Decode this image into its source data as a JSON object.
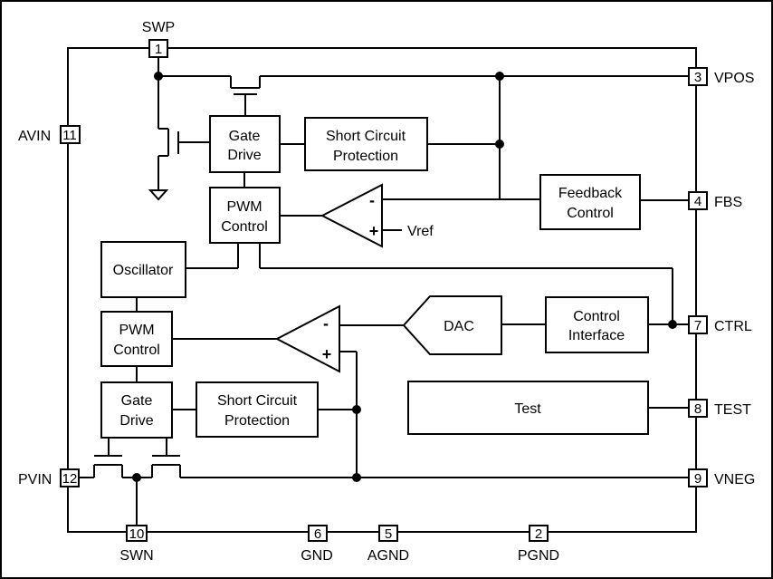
{
  "blocks": {
    "gate_drive_top": [
      "Gate",
      "Drive"
    ],
    "short_circuit_top": [
      "Short Circuit",
      "Protection"
    ],
    "pwm_control_top": [
      "PWM",
      "Control"
    ],
    "feedback_control": [
      "Feedback",
      "Control"
    ],
    "oscillator": "Oscillator",
    "pwm_control_bottom": [
      "PWM",
      "Control"
    ],
    "gate_drive_bottom": [
      "Gate",
      "Drive"
    ],
    "short_circuit_bottom": [
      "Short Circuit",
      "Protection"
    ],
    "dac": "DAC",
    "control_interface": [
      "Control",
      "Interface"
    ],
    "test": "Test"
  },
  "comparators": {
    "top": {
      "minus": "-",
      "plus": "+",
      "ref": "Vref"
    },
    "bottom": {
      "minus": "-",
      "plus": "+"
    }
  },
  "pins": {
    "swp": {
      "num": "1",
      "name": "SWP"
    },
    "pgnd": {
      "num": "2",
      "name": "PGND"
    },
    "vpos": {
      "num": "3",
      "name": "VPOS"
    },
    "fbs": {
      "num": "4",
      "name": "FBS"
    },
    "agnd": {
      "num": "5",
      "name": "AGND"
    },
    "gnd": {
      "num": "6",
      "name": "GND"
    },
    "ctrl": {
      "num": "7",
      "name": "CTRL"
    },
    "test": {
      "num": "8",
      "name": "TEST"
    },
    "vneg": {
      "num": "9",
      "name": "VNEG"
    },
    "swn": {
      "num": "10",
      "name": "SWN"
    },
    "avin": {
      "num": "11",
      "name": "AVIN"
    },
    "pvin": {
      "num": "12",
      "name": "PVIN"
    }
  }
}
